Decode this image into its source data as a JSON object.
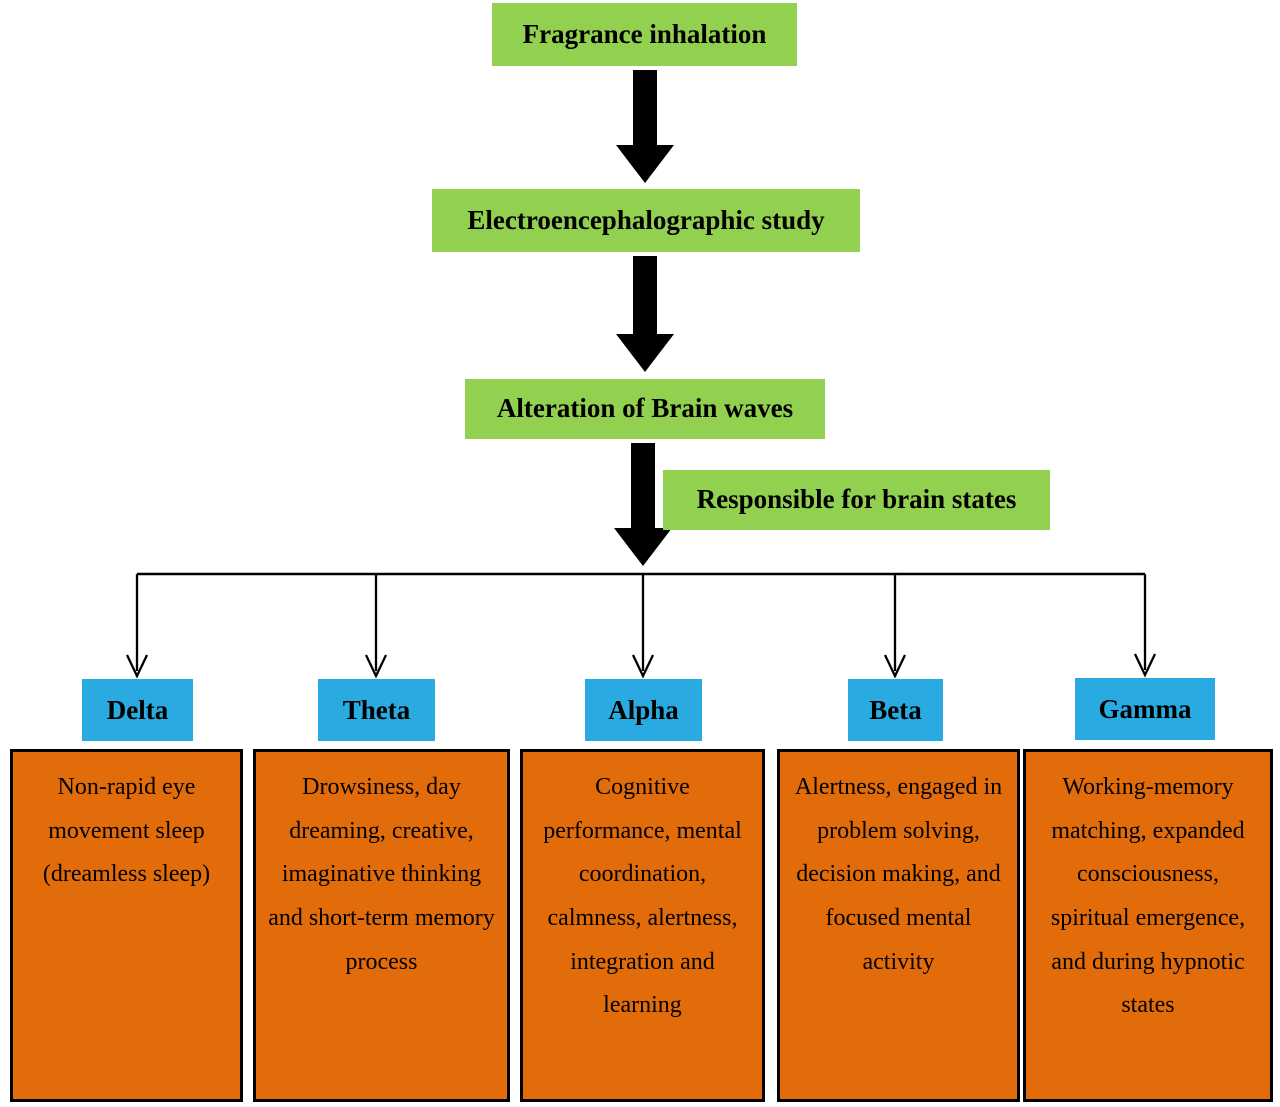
{
  "diagram": {
    "steps": [
      {
        "label": "Fragrance inhalation"
      },
      {
        "label": "Electroencephalographic study"
      },
      {
        "label": "Alteration of Brain waves"
      }
    ],
    "annotation": {
      "label": "Responsible for brain states"
    },
    "waves": [
      {
        "name": "Delta",
        "description": "Non-rapid eye movement sleep (dreamless sleep)"
      },
      {
        "name": "Theta",
        "description": "Drowsiness, day dreaming, creative, imaginative thinking and short-term memory process"
      },
      {
        "name": "Alpha",
        "description": "Cognitive performance, mental coordination, calmness, alertness, integration and learning"
      },
      {
        "name": "Beta",
        "description": "Alertness, engaged in problem solving, decision making, and focused mental activity"
      },
      {
        "name": "Gamma",
        "description": "Working-memory matching, expanded consciousness, spiritual emergence, and during hypnotic states"
      }
    ]
  },
  "colors": {
    "green": "#92D050",
    "blue": "#29ABE2",
    "orange": "#E36C0A",
    "line": "#000000"
  }
}
